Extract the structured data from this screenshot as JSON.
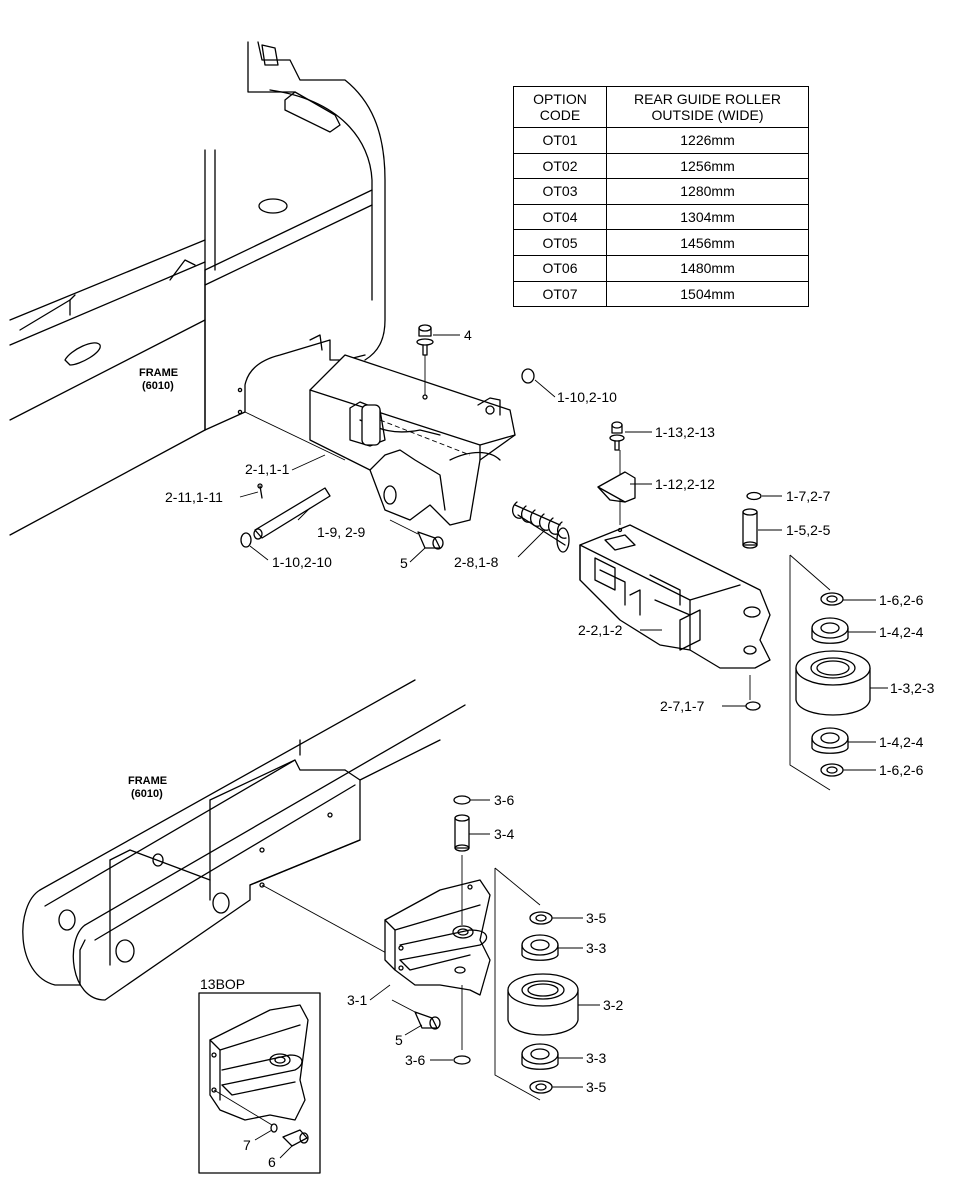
{
  "table": {
    "header": [
      "OPTION\nCODE",
      "REAR GUIDE ROLLER\nOUTSIDE (WIDE)"
    ],
    "header_lines": [
      [
        "OPTION",
        "CODE"
      ],
      [
        "REAR GUIDE ROLLER",
        "OUTSIDE (WIDE)"
      ]
    ],
    "rows": [
      [
        "OT01",
        "1226mm"
      ],
      [
        "OT02",
        "1256mm"
      ],
      [
        "OT03",
        "1280mm"
      ],
      [
        "OT04",
        "1304mm"
      ],
      [
        "OT05",
        "1456mm"
      ],
      [
        "OT06",
        "1480mm"
      ],
      [
        "OT07",
        "1504mm"
      ]
    ]
  },
  "frame_labels": {
    "top": [
      "FRAME",
      "(6010)"
    ],
    "bottom": [
      "FRAME",
      "(6010)"
    ]
  },
  "inset_title": "13BOP",
  "callouts": {
    "c4": "4",
    "c1_10_top": "1-10,2-10",
    "c1_13": "1-13,2-13",
    "c1_12": "1-12,2-12",
    "c1_7_top": "1-7,2-7",
    "c1_5": "1-5,2-5",
    "c1_6_top": "1-6,2-6",
    "c1_4_top": "1-4,2-4",
    "c1_3": "1-3,2-3",
    "c1_4_bot": "1-4,2-4",
    "c1_6_bot": "1-6,2-6",
    "c2_7": "2-7,1-7",
    "c2_2": "2-2,1-2",
    "c2_8": "2-8,1-8",
    "c5_top": "5",
    "c1_10_bot": "1-10,2-10",
    "c1_9": "1-9, 2-9",
    "c2_11": "2-11,1-11",
    "c2_1": "2-1,1-1",
    "c3_6_top": "3-6",
    "c3_4": "3-4",
    "c3_5_top": "3-5",
    "c3_3_top": "3-3",
    "c3_2": "3-2",
    "c3_3_bot": "3-3",
    "c3_5_bot": "3-5",
    "c3_1": "3-1",
    "c5_bot": "5",
    "c3_6_bot": "3-6",
    "c7": "7",
    "c6": "6"
  }
}
